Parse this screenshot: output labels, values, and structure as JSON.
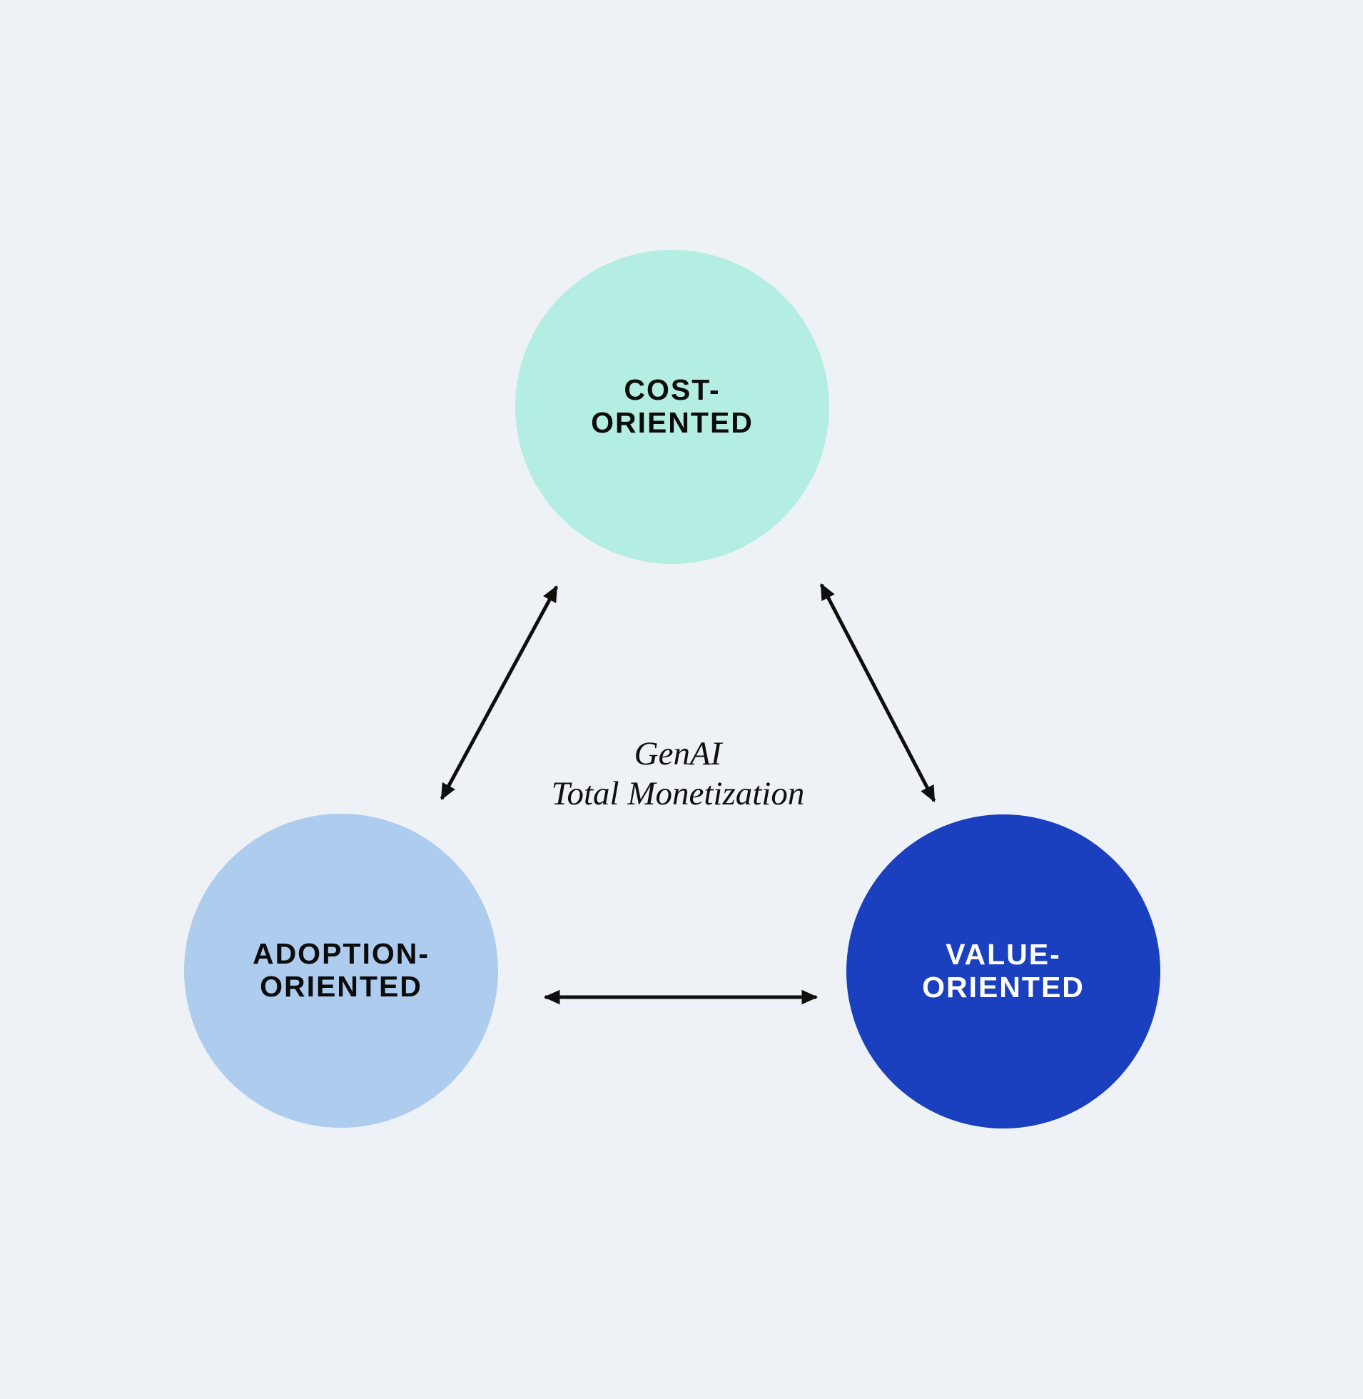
{
  "page": {
    "background_color": "#eef2f6"
  },
  "diagram": {
    "center_label": {
      "line1": "GenAI",
      "line2": "Total Monetization",
      "color": "#101010"
    },
    "connector_color": "#0e0e0e",
    "nodes": {
      "cost": {
        "line1": "COST-",
        "line2": "ORIENTED",
        "fill": "#b4eee2",
        "text_color": "#0c0c0c"
      },
      "adoption": {
        "line1": "ADOPTION-",
        "line2": "ORIENTED",
        "fill": "#aeccee",
        "text_color": "#0c0c0c"
      },
      "value": {
        "line1": "VALUE-",
        "line2": "ORIENTED",
        "fill": "#1a3fbf",
        "text_color": "#ffffff"
      }
    }
  }
}
